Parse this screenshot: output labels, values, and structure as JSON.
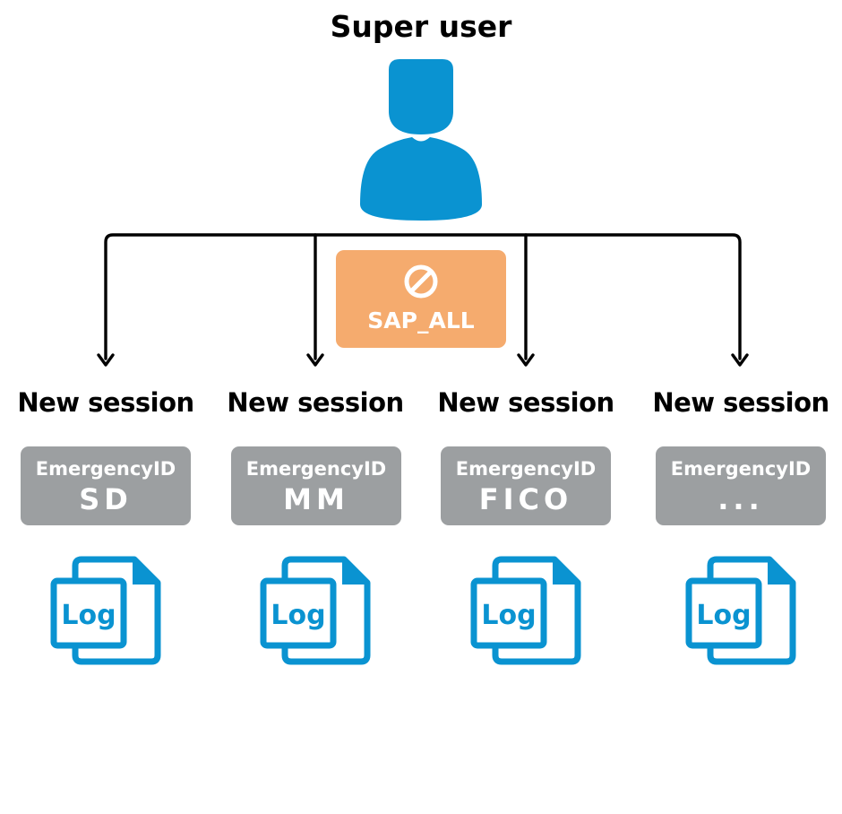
{
  "title": "Super user",
  "colors": {
    "blue": "#0a93d1",
    "orange": "#f5ab6e",
    "gray": "#9c9fa1",
    "line": "#000000"
  },
  "icons": {
    "user": "user-silhouette-icon",
    "prohibited": "prohibited-icon",
    "log": "log-document-icon"
  },
  "restriction": {
    "label": "SAP_ALL"
  },
  "sessions": [
    {
      "label": "New session",
      "id_label": "EmergencyID",
      "id_value": "SD",
      "log_label": "Log"
    },
    {
      "label": "New session",
      "id_label": "EmergencyID",
      "id_value": "MM",
      "log_label": "Log"
    },
    {
      "label": "New session",
      "id_label": "EmergencyID",
      "id_value": "FICO",
      "log_label": "Log"
    },
    {
      "label": "New session",
      "id_label": "EmergencyID",
      "id_value": "...",
      "log_label": "Log"
    }
  ]
}
